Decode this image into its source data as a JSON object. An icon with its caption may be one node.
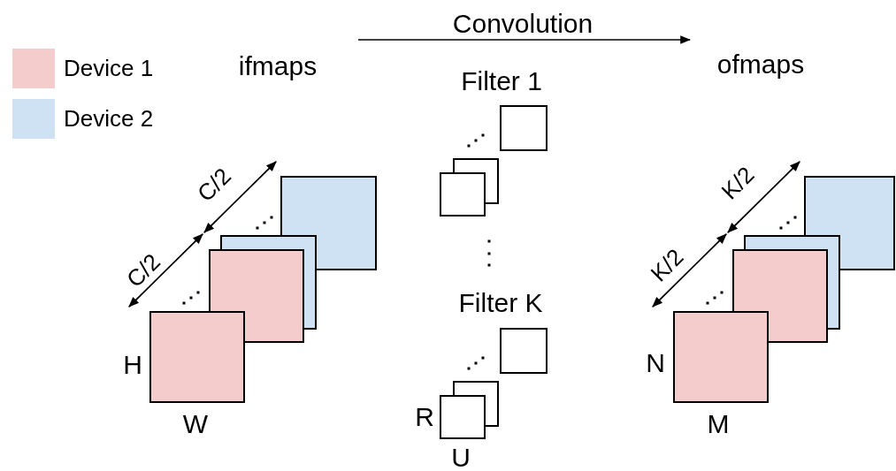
{
  "diagram": {
    "labels": [
      "Convolution",
      "ifmaps",
      "Filter 1",
      "ofmaps",
      "C/2",
      "K/2",
      "C/2",
      "K/2",
      "Filter K",
      "H",
      "N",
      "R",
      "W",
      "M",
      "U"
    ],
    "legend": [
      {
        "text": "Device 1",
        "color": "#f4cccc"
      },
      {
        "text": "Device 2",
        "color": "#cfe2f3"
      }
    ]
  }
}
